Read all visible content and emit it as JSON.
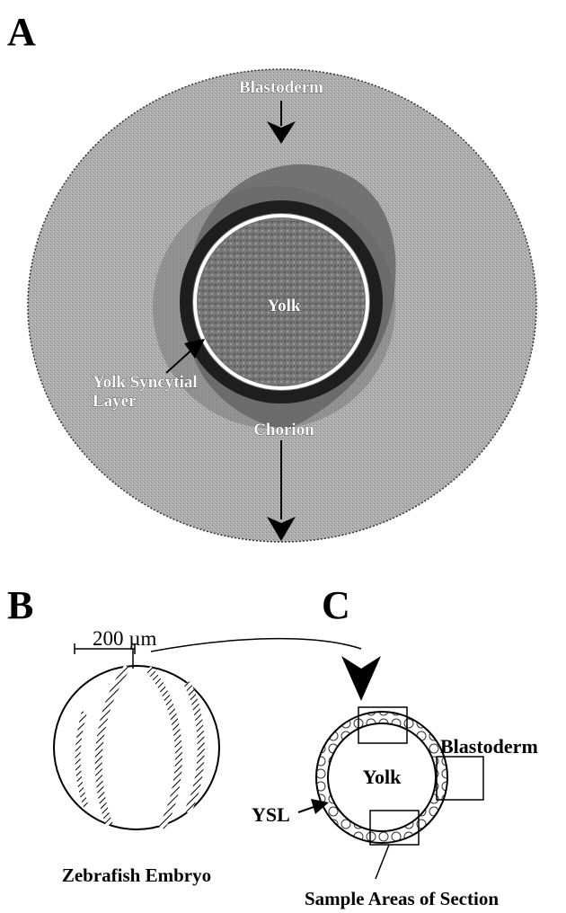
{
  "panels": {
    "a": {
      "letter": "A",
      "labels": {
        "blastoderm": "Blastoderm",
        "yolk": "Yolk",
        "ysl_line1": "Yolk Syncytial",
        "ysl_line2": "Layer",
        "chorion": "Chorion"
      }
    },
    "b": {
      "letter": "B",
      "scale": "200 µm",
      "caption": "Zebrafish Embryo"
    },
    "c": {
      "letter": "C",
      "labels": {
        "blastoderm": "Blastoderm",
        "yolk": "Yolk",
        "ysl": "YSL",
        "sample": "Sample Areas of  Section"
      }
    }
  },
  "colors": {
    "chorion_fill": "#a8a8a8",
    "yolk_fill": "#6e6e6e",
    "ring": "#ffffff",
    "ink": "#000000"
  }
}
